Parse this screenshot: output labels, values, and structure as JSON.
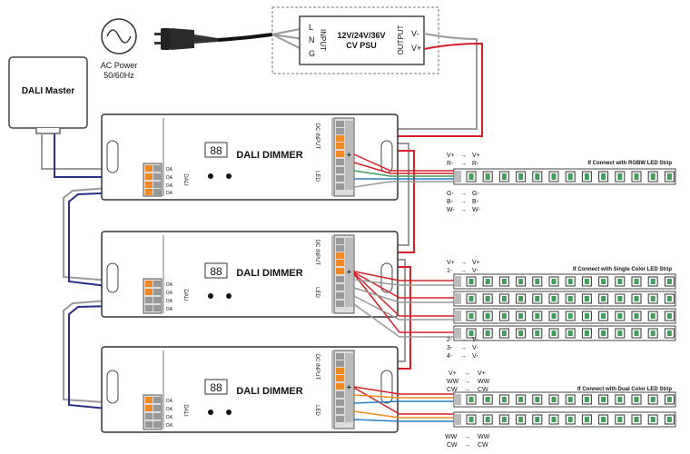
{
  "ac_power": {
    "line1": "AC Power",
    "line2": "50/60Hz"
  },
  "psu": {
    "title_line1": "12V/24V/36V",
    "title_line2": "CV PSU",
    "input_label": "INPUT",
    "output_label": "OUTPUT",
    "input_pins": [
      "L",
      "N",
      "G"
    ],
    "output_pins": [
      "V-",
      "V+"
    ]
  },
  "dali_master": {
    "label": "DALI Master"
  },
  "dimmer": {
    "label": "DALI DIMMER",
    "display": "88",
    "dc_input_label": "DC INPUT",
    "led_label": "LED",
    "dali_label": "DALI",
    "dali_pin": "DA",
    "terminal_plus": "+"
  },
  "strip_rgbw": {
    "title": "If Connect with RGBW LED Strip",
    "top_rows": [
      [
        "V+",
        "V+"
      ],
      [
        "R-",
        "R-"
      ]
    ],
    "bottom_rows": [
      [
        "G-",
        "G-"
      ],
      [
        "B-",
        "B-"
      ],
      [
        "W-",
        "W-"
      ]
    ]
  },
  "strip_single": {
    "title": "If Connect with Single Color LED Strip",
    "top_rows": [
      [
        "V+",
        "V+"
      ],
      [
        "1-",
        "V-"
      ]
    ],
    "bottom_rows": [
      [
        "2-",
        "V-"
      ],
      [
        "3-",
        "V-"
      ],
      [
        "4-",
        "V-"
      ]
    ]
  },
  "strip_dual": {
    "title": "If Connect with Dual Color LED Strip",
    "top_rows": [
      [
        "V+",
        "V+"
      ],
      [
        "WW",
        "WW"
      ],
      [
        "CW",
        "CW"
      ]
    ],
    "bottom_rows": [
      [
        "WW",
        "WW"
      ],
      [
        "CW",
        "CW"
      ]
    ]
  },
  "colors": {
    "wire_red": "#d42027",
    "wire_blue": "#2a2f8c",
    "wire_gray": "#9a9a9a",
    "wire_black": "#1a1a1a",
    "terminal_orange": "#f08a24",
    "led_green": "#3f9e5a"
  }
}
